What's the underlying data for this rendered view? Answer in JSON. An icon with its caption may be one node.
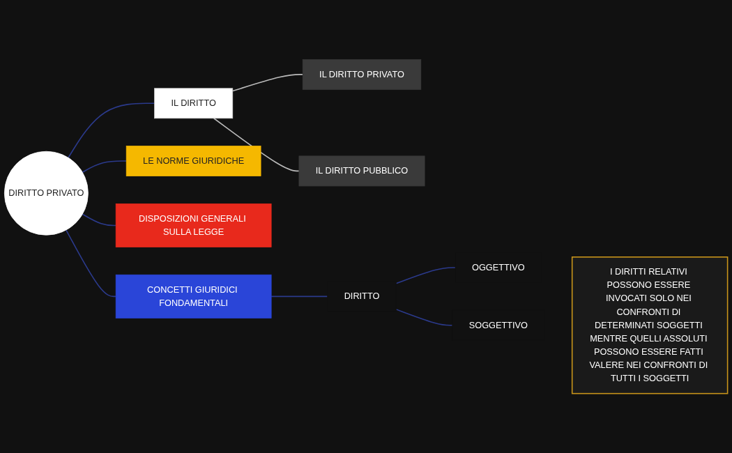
{
  "diagram": {
    "nodes": [
      {
        "text": [
          "DIRITTO PRIVATO"
        ]
      },
      {
        "text": [
          "IL DIRITTO"
        ]
      },
      {
        "text": [
          "LE NORME GIURIDICHE"
        ]
      },
      {
        "text": [
          "DISPOSIZIONI GENERALI SULLA LEGGE"
        ]
      },
      {
        "text": [
          "CONCETTI GIURIDICI FONDAMENTALI"
        ]
      },
      {
        "text": [
          "IL DIRITTO PRIVATO"
        ]
      },
      {
        "text": [
          "IL DIRITTO PUBBLICO"
        ]
      },
      {
        "text": [
          "DIRITTO"
        ]
      },
      {
        "text": [
          "OGGETTIVO"
        ]
      },
      {
        "text": [
          "SOGGETTIVO"
        ]
      },
      {
        "text": [
          "I DIRITTI RELATIVI POSSONO ESSERE INVOCATI SOLO NEI CONFRONTI DI DETERMINATI SOGGETTI MENTRE QUELLI ASSOLUTI POSSONO ESSERE FATTI VALERE NEI CONFRONTI DI TUTTI I SOGGETTI"
        ]
      }
    ],
    "edges": [
      {
        "from": 0,
        "to": 1,
        "arrow": "none",
        "color": "#2b3a8c"
      },
      {
        "from": 0,
        "to": 2,
        "arrow": "none",
        "color": "#2b3a8c"
      },
      {
        "from": 0,
        "to": 3,
        "arrow": "none",
        "color": "#2b3a8c"
      },
      {
        "from": 0,
        "to": 4,
        "arrow": "none",
        "color": "#2b3a8c"
      },
      {
        "from": 1,
        "to": 5,
        "arrow": "none",
        "color": "#bbbbbb"
      },
      {
        "from": 1,
        "to": 6,
        "arrow": "none",
        "color": "#bbbbbb"
      },
      {
        "from": 4,
        "to": 7,
        "arrow": "none",
        "color": "#2b3a8c"
      },
      {
        "from": 7,
        "to": 8,
        "arrow": "none",
        "color": "#2b3a8c"
      },
      {
        "from": 7,
        "to": 9,
        "arrow": "none",
        "color": "#2b3a8c"
      }
    ]
  }
}
